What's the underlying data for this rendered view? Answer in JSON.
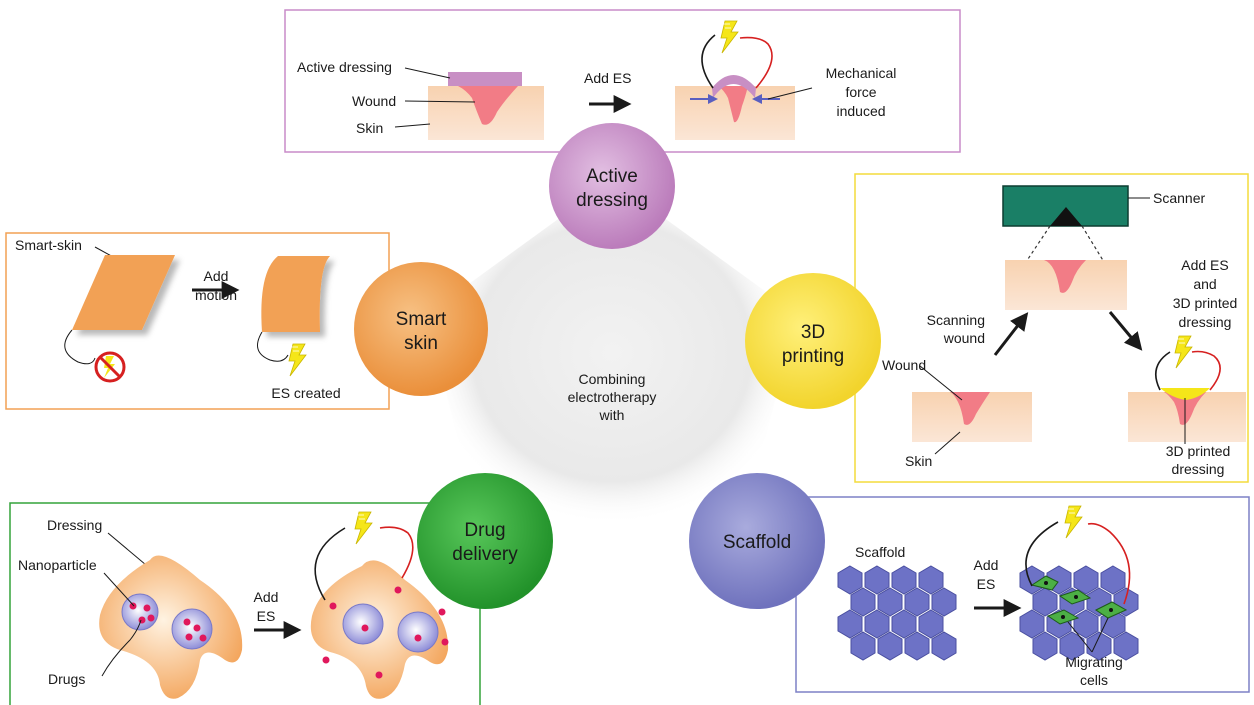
{
  "center": {
    "lines": [
      "Combining",
      "electrotherapy",
      "with"
    ]
  },
  "hubs": {
    "active_dressing": [
      "Active",
      "dressing"
    ],
    "printing_3d": [
      "3D",
      "printing"
    ],
    "scaffold": [
      "Scaffold"
    ],
    "drug_delivery": [
      "Drug",
      "delivery"
    ],
    "smart_skin": [
      "Smart",
      "skin"
    ]
  },
  "panels": {
    "active_dressing": {
      "active_dressing": "Active dressing",
      "wound": "Wound",
      "skin": "Skin",
      "add_es": "Add ES",
      "mech": [
        "Mechanical",
        "force",
        "induced"
      ]
    },
    "printing_3d": {
      "scanner": "Scanner",
      "scanning": [
        "Scanning",
        "wound"
      ],
      "wound": "Wound",
      "skin": "Skin",
      "add_es": [
        "Add ES",
        "and",
        "3D printed",
        "dressing"
      ],
      "printed": [
        "3D printed",
        "dressing"
      ]
    },
    "smart_skin": {
      "smart_skin": "Smart-skin",
      "add_motion": [
        "Add",
        "motion"
      ],
      "es_created": "ES created"
    },
    "drug_delivery": {
      "dressing": "Dressing",
      "nanoparticle": "Nanoparticle",
      "drugs": "Drugs",
      "add_es": [
        "Add",
        "ES"
      ]
    },
    "scaffold": {
      "scaffold": "Scaffold",
      "add_es": [
        "Add",
        "ES"
      ],
      "migrating": [
        "Migrating",
        "cells"
      ]
    }
  },
  "colors": {
    "active_dressing": "#c98bc9",
    "printing_3d": "#f4dc3c",
    "scaffold": "#7d80c6",
    "drug_delivery": "#33a33a",
    "smart_skin": "#f2a154",
    "skin": "#f7cfae",
    "wound": "#f27c86",
    "dressing_pad": "#c88fc4",
    "scanner": "#1a7f66",
    "hexagon": "#6d72c6",
    "bolt": "#f5e619",
    "cell": "#4caf45"
  }
}
